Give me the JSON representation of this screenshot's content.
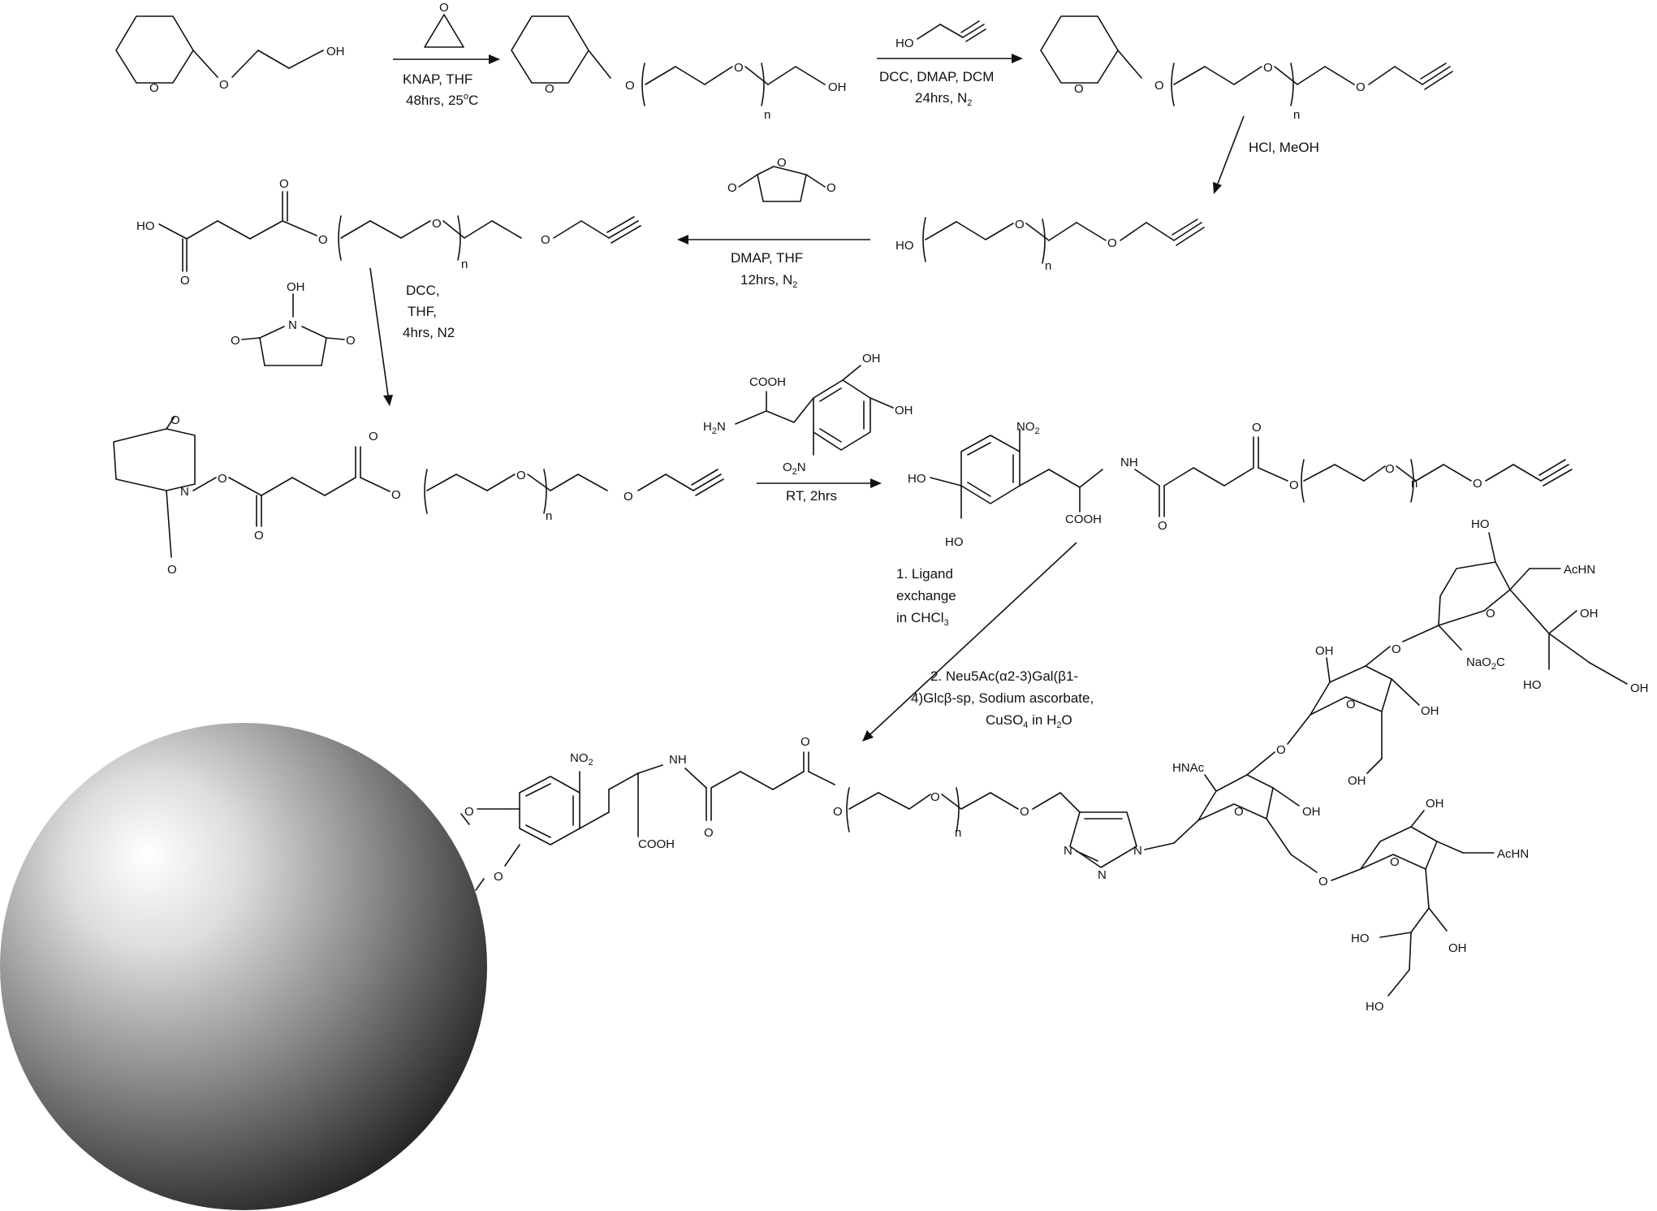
{
  "atoms": {
    "O": "O",
    "OH": "OH",
    "HO": "HO",
    "n": "n",
    "N": "N",
    "NO2": "NO",
    "NO2_sub": "2",
    "O2N": "O",
    "O2N_sub": "2",
    "O2N_N": "N",
    "COOH": "COOH",
    "H2N": "H",
    "H2N_sub": "2",
    "H2N_N": "N",
    "N_amide": "N",
    "H_amide": "H",
    "AcHN": "AcHN",
    "HNAc": "HNAc",
    "NaO2C": "NaO",
    "NaO2C_sub": "2",
    "NaO2C_C": "C"
  },
  "steps": {
    "s1": {
      "line1": "KNAP, THF",
      "line2": "48hrs, 25",
      "sup": "o",
      "tail": "C"
    },
    "s2": {
      "line1": "DCC, DMAP, DCM",
      "line2": "24hrs, N",
      "sub": "2"
    },
    "s3": {
      "line1": "HCl, MeOH"
    },
    "s4": {
      "line1": "DMAP, THF",
      "line2": "12hrs, N",
      "sub": "2"
    },
    "s5": {
      "line1": "DCC,",
      "line2": "THF,",
      "line3": "4hrs, N2"
    },
    "s6": {
      "line1": "RT, 2hrs"
    },
    "s7": {
      "line1": "1. Ligand",
      "line2": "exchange",
      "line3": "in CHCl",
      "line3_sub": "3",
      "line4": "2. Neu5Ac(α2-3)Gal(β1-",
      "line5": "4)Glcβ-sp, Sodium ascorbate,",
      "line6": "CuSO",
      "line6_sub": "4",
      "line6_tail": " in H",
      "line6_sub2": "2",
      "line6_end": "O"
    }
  }
}
